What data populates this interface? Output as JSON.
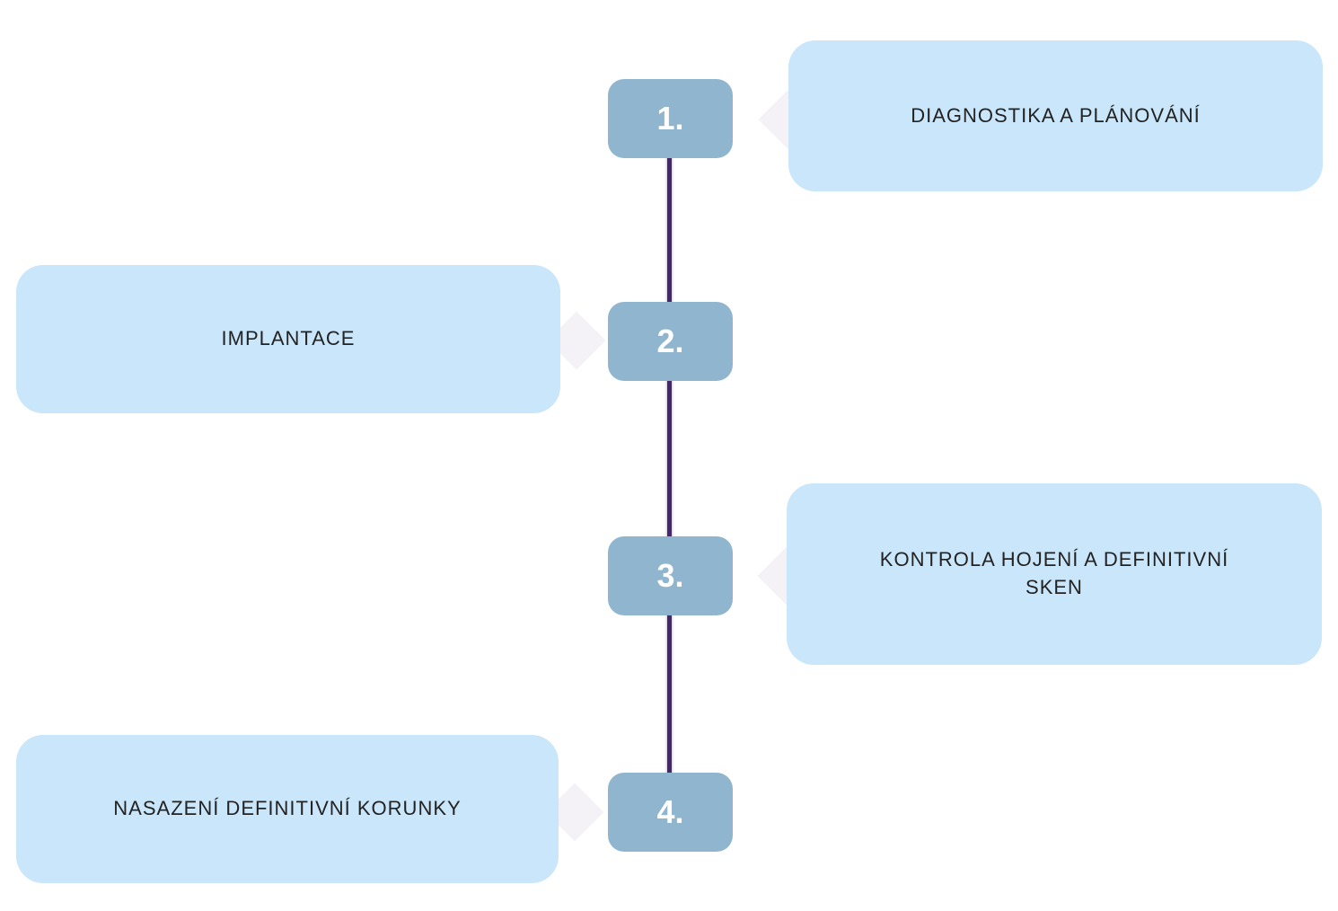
{
  "diagram": {
    "background_color": "#ffffff",
    "colors": {
      "step_box": "#90b5ce",
      "bubble": "#cae6fa",
      "diamond_connector": "#f4f2f6",
      "timeline_line": "#46276b",
      "bubble_text": "#232323",
      "number_text": "#ffffff"
    },
    "steps": [
      {
        "number": "1.",
        "label": "DIAGNOSTIKA A PLÁNOVÁNÍ",
        "side": "right"
      },
      {
        "number": "2.",
        "label": "IMPLANTACE",
        "side": "left"
      },
      {
        "number": "3.",
        "label": "KONTROLA HOJENÍ A DEFINITIVNÍ SKEN",
        "side": "right"
      },
      {
        "number": "4.",
        "label": "NASAZENÍ DEFINITIVNÍ KORUNKY",
        "side": "left"
      }
    ]
  }
}
